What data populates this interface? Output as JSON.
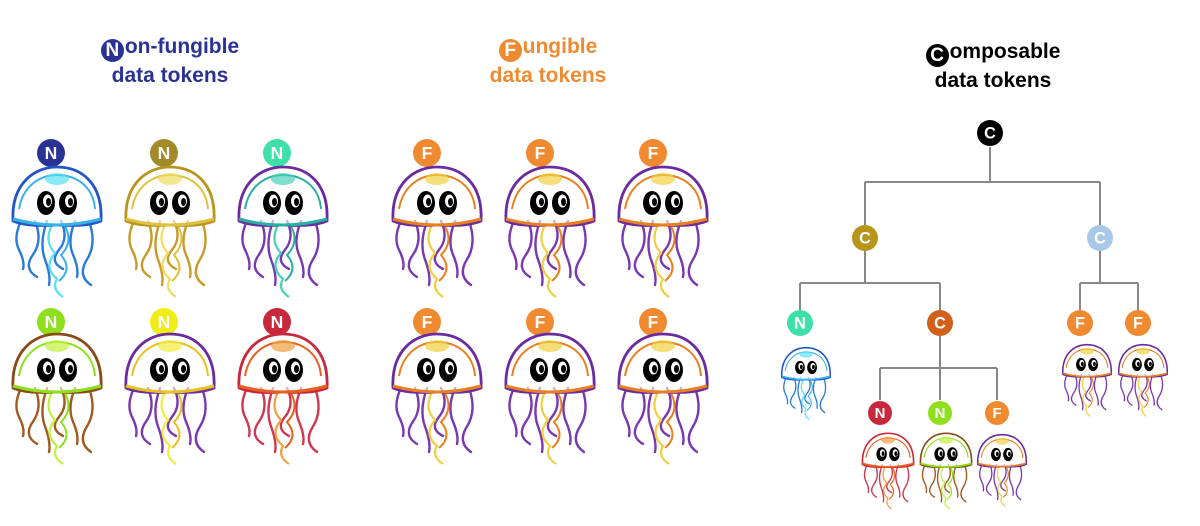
{
  "colors": {
    "nonfungible_title": "#2a3394",
    "fungible_title": "#f08a30",
    "composable_title": "#000000",
    "tree_line": "#888888",
    "jelly_purple": "#6a2aa0",
    "fungible_badge": "#f08a30"
  },
  "sections": {
    "nonfungible": {
      "cap_letter": "N",
      "title_rest": "on-fungible",
      "subtitle": "data tokens",
      "tokens": [
        {
          "letter": "N",
          "badge_color": "#2a3394",
          "jelly": "blue"
        },
        {
          "letter": "N",
          "badge_color": "#a38a28",
          "jelly": "gold"
        },
        {
          "letter": "N",
          "badge_color": "#3fe0a8",
          "jelly": "purple-teal"
        },
        {
          "letter": "N",
          "badge_color": "#8ee01c",
          "jelly": "brown-green"
        },
        {
          "letter": "N",
          "badge_color": "#f0ec18",
          "jelly": "purple-yellow"
        },
        {
          "letter": "N",
          "badge_color": "#c8283c",
          "jelly": "red"
        }
      ]
    },
    "fungible": {
      "cap_letter": "F",
      "title_rest": "ungible",
      "subtitle": "data tokens",
      "tokens": [
        {
          "letter": "F"
        },
        {
          "letter": "F"
        },
        {
          "letter": "F"
        },
        {
          "letter": "F"
        },
        {
          "letter": "F"
        },
        {
          "letter": "F"
        }
      ]
    },
    "composable": {
      "cap_letter": "C",
      "title_rest": "omposable",
      "subtitle": "data tokens",
      "tree": {
        "root": {
          "letter": "C",
          "badge_color": "#000000"
        },
        "left_c": {
          "letter": "C",
          "badge_color": "#b89418"
        },
        "right_c": {
          "letter": "C",
          "badge_color": "#a8c8e8"
        },
        "inner_c": {
          "letter": "C",
          "badge_color": "#d0601a"
        },
        "leaf_n_teal": {
          "letter": "N",
          "badge_color": "#3fe0a8",
          "jelly": "blue"
        },
        "leaf_n_red": {
          "letter": "N",
          "badge_color": "#c8283c",
          "jelly": "red"
        },
        "leaf_n_green": {
          "letter": "N",
          "badge_color": "#8ee01c",
          "jelly": "brown-green"
        },
        "leaf_f_inner": {
          "letter": "F",
          "badge_color": "#f08a30",
          "jelly": "purple"
        },
        "leaf_f_right_1": {
          "letter": "F",
          "badge_color": "#f08a30",
          "jelly": "purple"
        },
        "leaf_f_right_2": {
          "letter": "F",
          "badge_color": "#f08a30",
          "jelly": "purple"
        }
      }
    }
  }
}
